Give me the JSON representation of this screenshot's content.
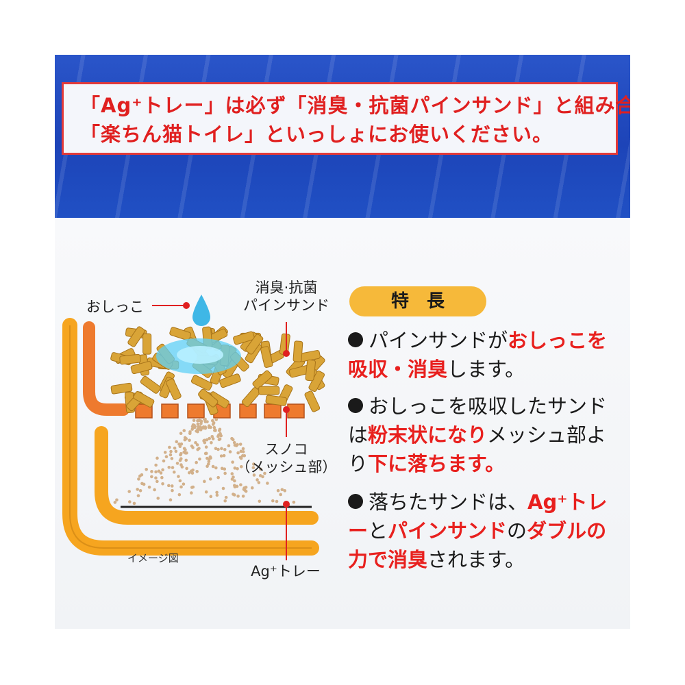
{
  "notice": {
    "line1": "「Ag⁺トレー」は必ず「消臭・抗菌パインサンド」と組み合わせて",
    "line2": "「楽ちん猫トイレ」といっしょにお使いください。"
  },
  "diagram": {
    "label_urine": "おしっこ",
    "label_sand_line1": "消臭·抗菌",
    "label_sand_line2": "パインサンド",
    "label_sunoko_line1": "スノコ",
    "label_sunoko_line2": "（メッシュ部）",
    "label_tray": "Ag⁺トレー",
    "label_image": "イメージ図"
  },
  "features": {
    "title": "特長",
    "item1": {
      "a": "パインサンドが",
      "b": "おしっこを",
      "c": "吸収・消臭",
      "d": "します。"
    },
    "item2": {
      "a": "おしっこを吸収したサンドは",
      "b": "粉末状になり",
      "c": "メッシュ部より",
      "d": "下に落ちます。"
    },
    "item3": {
      "a": "落ちたサンドは、",
      "b": "Ag⁺トレー",
      "c": "と",
      "d": "パインサンド",
      "e": "の",
      "f": "ダブルの力で消臭",
      "g": "されます。"
    }
  },
  "colors": {
    "banner_blue": "#1d44b8",
    "notice_red": "#e02020",
    "pill_orange": "#f6b93a",
    "tray_orange": "#f6a51f",
    "sunoko_orange": "#ee7a2e",
    "sand_gold": "#d9a437",
    "water_blue": "#3fb7e6"
  }
}
